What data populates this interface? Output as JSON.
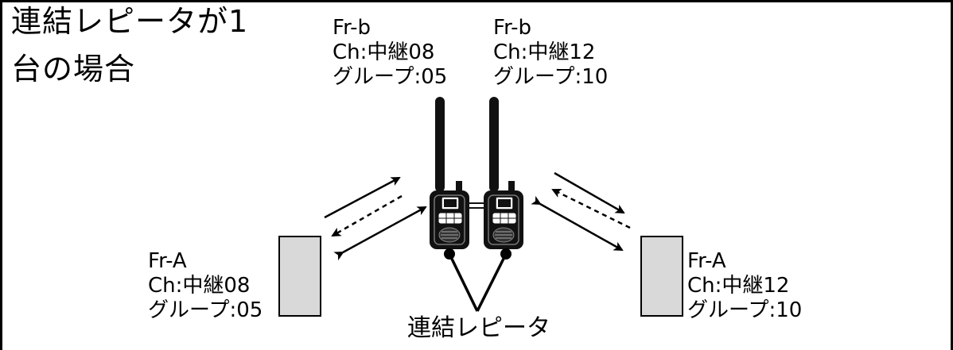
{
  "title": {
    "line1": "連結レピータが1",
    "line2": "台の場合"
  },
  "labels": {
    "top_left": {
      "line1": "Fr-b",
      "line2": "Ch:中継08",
      "line3": "グループ:05"
    },
    "top_right": {
      "line1": "Fr-b",
      "line2": "Ch:中継12",
      "line3": "グループ:10"
    },
    "bottom_left": {
      "line1": "Fr-A",
      "line2": "Ch:中継08",
      "line3": "グループ:05"
    },
    "bottom_right": {
      "line1": "Fr-A",
      "line2": "Ch:中継12",
      "line3": "グループ:10"
    }
  },
  "repeater_caption": "連結レピータ",
  "colors": {
    "line": "#000000",
    "box_fill": "#d9d9d9",
    "radio_body": "#111111",
    "background": "#ffffff"
  },
  "icons": [
    "walkie-talkie-icon",
    "radio-box-icon",
    "arrow-icon"
  ]
}
